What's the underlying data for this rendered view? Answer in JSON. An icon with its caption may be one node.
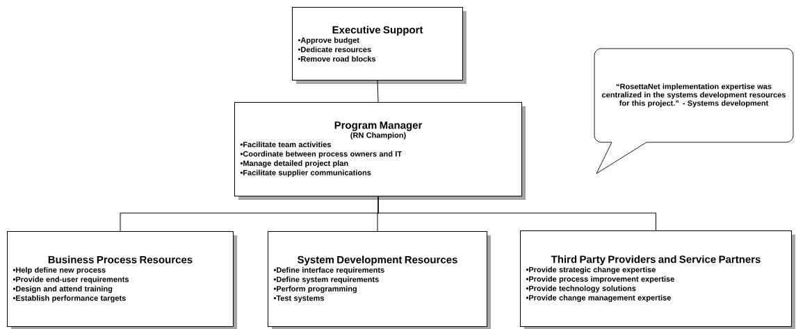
{
  "diagram": {
    "nodes": [
      {
        "text": [
          "Executive Support",
          "•Approve budget",
          "•Dedicate resources",
          "•Remove road blocks"
        ]
      },
      {
        "text": [
          "Program Manager",
          "(RN Champion)",
          "•Facilitate team activities",
          "•Coordinate between process owners and IT",
          "•Manage detailed project plan",
          "•Facilitate supplier communications"
        ]
      },
      {
        "text": [
          "Business Process Resources",
          "•Help define new process",
          "•Provide end-user requirements",
          "•Design and attend training",
          "•Establish performance targets"
        ]
      },
      {
        "text": [
          "System Development Resources",
          "•Define interface requirements",
          "•Define system requirements",
          "•Perform programming",
          "•Test systems"
        ]
      },
      {
        "text": [
          "Third Party Providers and Service Partners",
          "•Provide strategic change expertise",
          "•Provide process improvement expertise",
          "•Provide technology solutions",
          "•Provide change management expertise"
        ]
      },
      {
        "text": [
          "“RosettaNet implementation expertise was centralized in the systems development resources for this project.” - Systems development"
        ]
      }
    ],
    "edges": [
      {
        "from": 0,
        "to": 1,
        "arrow": "none"
      },
      {
        "from": 1,
        "to": 2,
        "arrow": "none"
      },
      {
        "from": 1,
        "to": 3,
        "arrow": "none"
      },
      {
        "from": 1,
        "to": 4,
        "arrow": "none"
      }
    ]
  }
}
